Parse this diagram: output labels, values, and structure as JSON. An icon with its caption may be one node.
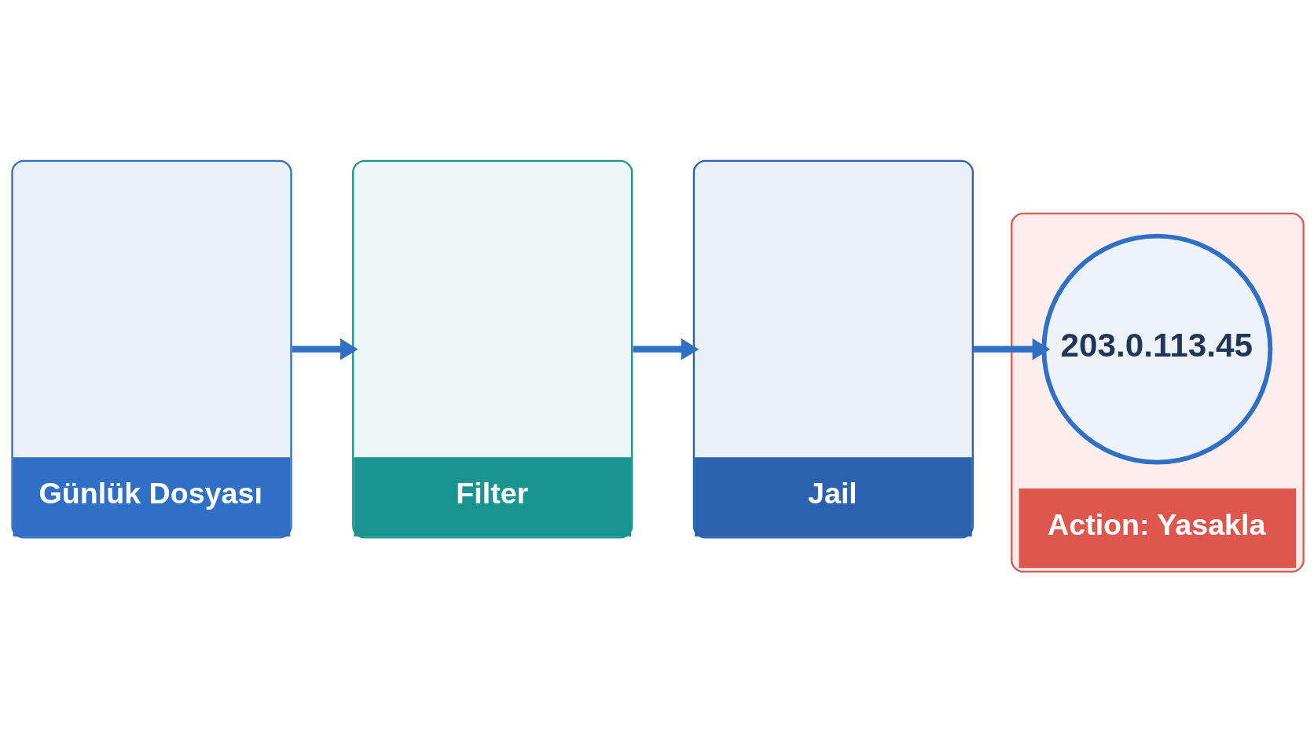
{
  "diagram": {
    "nodes": [
      {
        "text": [
          "Günlük Dosyası"
        ]
      },
      {
        "text": [
          "Filter"
        ]
      },
      {
        "text": [
          "Jail"
        ]
      },
      {
        "text": [
          "Action: Yasakla"
        ]
      },
      {
        "text": [
          "203.0.113.45"
        ],
        "in": 3
      }
    ],
    "edges": [
      {
        "from": 0,
        "to": 1,
        "arrow": "to"
      },
      {
        "from": 1,
        "to": 2,
        "arrow": "to"
      },
      {
        "from": 2,
        "to": 4,
        "arrow": "to"
      }
    ]
  }
}
